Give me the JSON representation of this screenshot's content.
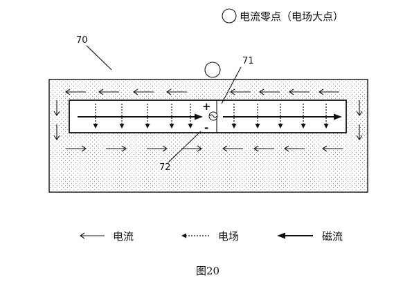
{
  "legend_top": {
    "symbol_text": "电流零点（电场大点）"
  },
  "labels": {
    "outer_ref": "70",
    "inner_ref": "71",
    "source_ref": "72",
    "plus_sign": "+",
    "minus_sign": "-"
  },
  "legend_bottom": {
    "current": "电流",
    "field": "电场",
    "magnetic": "磁流"
  },
  "caption": "图20"
}
